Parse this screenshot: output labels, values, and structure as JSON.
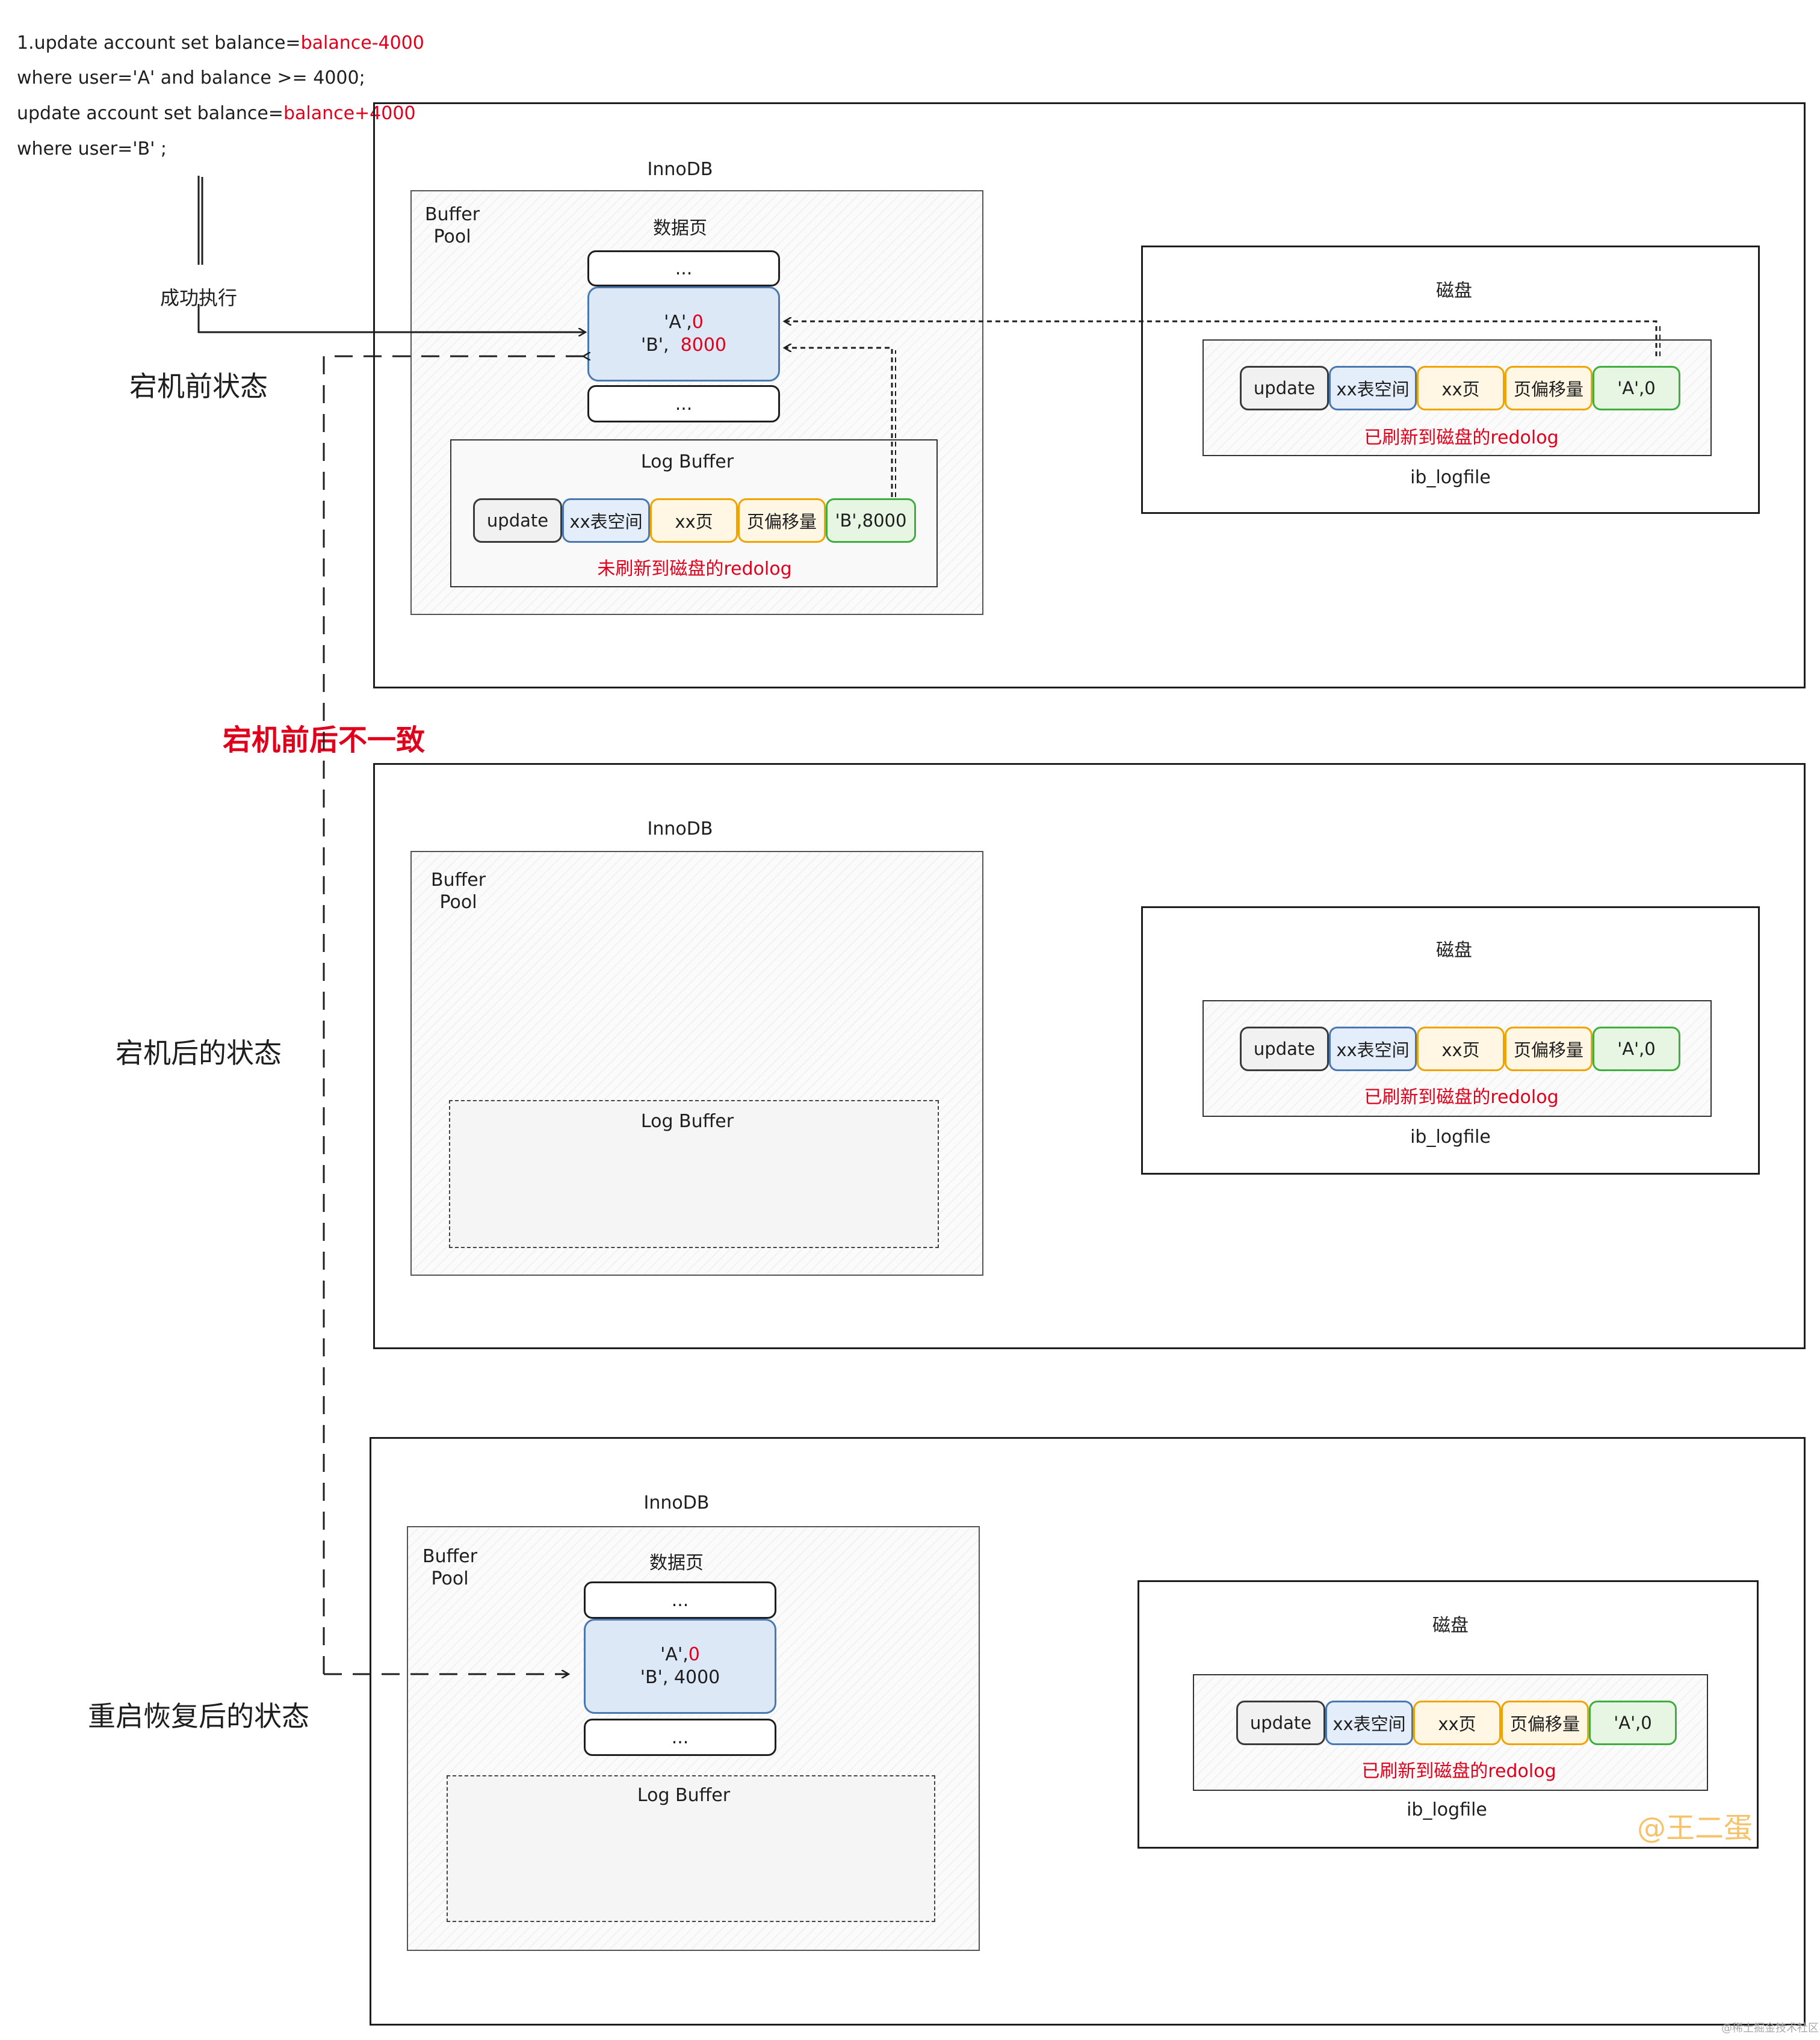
{
  "sql": {
    "line1_prefix": "1.update account set balance=",
    "line1_highlight": "balance-4000",
    "line2": "where user='A' and balance >= 4000;",
    "line3_prefix": "update account set balance=",
    "line3_highlight": "balance+4000",
    "line4": "where user='B' ;"
  },
  "exec_label": "成功执行",
  "states": {
    "before": "宕机前状态",
    "after": "宕机后的状态",
    "restart": "重启恢复后的状态"
  },
  "inconsistent_label": "宕机前后不一致",
  "common": {
    "innodb": "InnoDB",
    "buffer_pool_line1": "Buffer",
    "buffer_pool_line2": "Pool",
    "data_page": "数据页",
    "ellipsis": "...",
    "log_buffer": "Log Buffer",
    "disk": "磁盘",
    "ib_logfile": "ib_logfile"
  },
  "panel1": {
    "page_a_prefix": "'A',",
    "page_a_value": "0",
    "page_b_prefix": "'B',",
    "page_b_value": "8000",
    "log_buffer_cells": [
      "update",
      "xx表空间",
      "xx页",
      "页偏移量",
      "'B',8000"
    ],
    "log_buffer_caption": "未刷新到磁盘的redolog",
    "disk_cells": [
      "update",
      "xx表空间",
      "xx页",
      "页偏移量",
      "'A',0"
    ],
    "disk_caption": "已刷新到磁盘的redolog"
  },
  "panel2": {
    "disk_cells": [
      "update",
      "xx表空间",
      "xx页",
      "页偏移量",
      "'A',0"
    ],
    "disk_caption": "已刷新到磁盘的redolog"
  },
  "panel3": {
    "page_a_prefix": "'A',",
    "page_a_value": "0",
    "page_b_text": "'B',  4000",
    "disk_cells": [
      "update",
      "xx表空间",
      "xx页",
      "页偏移量",
      "'A',0"
    ],
    "disk_caption": "已刷新到磁盘的redolog"
  },
  "watermark": "@王二蛋",
  "footnote": "@稀土掘金技术社区",
  "colors": {
    "highlight_red": "#e0001b",
    "page_blue": "#4a78b0",
    "cell_orange": "#f0a400",
    "cell_green": "#3fae3f",
    "watermark": "#f6c36a"
  }
}
